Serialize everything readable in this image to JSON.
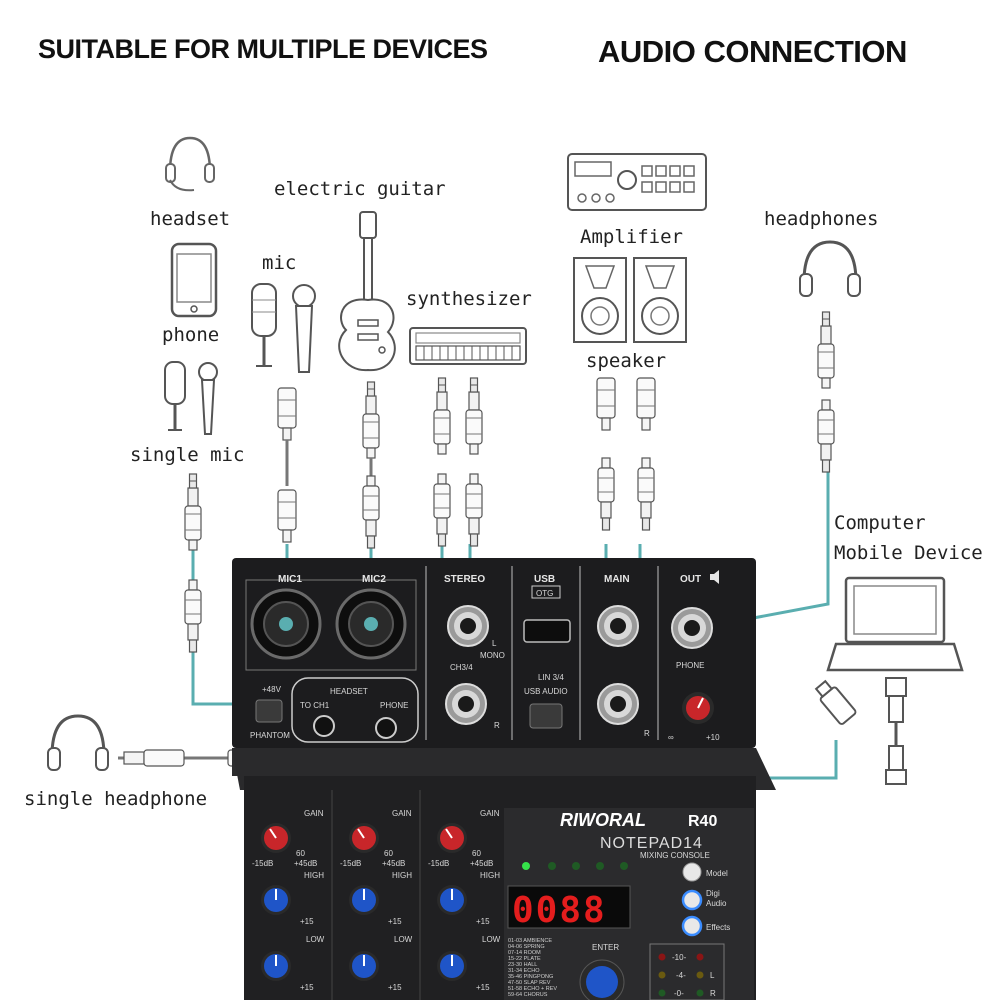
{
  "headings": {
    "left": "SUITABLE FOR MULTIPLE DEVICES",
    "right": "AUDIO CONNECTION"
  },
  "devices": {
    "headset": "headset",
    "phone": "phone",
    "single_mic": "single mic",
    "mic": "mic",
    "electric_guitar": "electric guitar",
    "synthesizer": "synthesizer",
    "amplifier": "Amplifier",
    "speaker": "speaker",
    "headphones": "headphones",
    "computer_line1": "Computer",
    "computer_line2": "Mobile Device",
    "single_headphone": "single headphone"
  },
  "panel": {
    "mic1": "MIC1",
    "mic2": "MIC2",
    "stereo": "STEREO",
    "mono_l": "L",
    "mono": "MONO",
    "ch34": "CH3/4",
    "r": "R",
    "usb": "USB",
    "otg": "OTG",
    "lin34": "LIN 3/4",
    "usb_audio": "USB AUDIO",
    "main": "MAIN",
    "main_r": "R",
    "out": "OUT",
    "phone": "PHONE",
    "infinity": "∞",
    "plus10": "+10",
    "plus48v": "+48V",
    "phantom": "PHANTOM",
    "headset": "HEADSET",
    "to_ch1": "TO CH1",
    "headset_phone": "PHONE"
  },
  "mixer": {
    "brand": "RIWORAL",
    "model": "R40",
    "subtitle": "NOTEPAD14",
    "console": "MIXING CONSOLE",
    "display": "0088",
    "gain": "GAIN",
    "high": "HIGH",
    "low": "LOW",
    "gain_min": "-15dB",
    "gain_mid": "60",
    "gain_max": "+45dB",
    "eq_max": "+15",
    "model_btn": "Model",
    "digi_audio_1": "Digi",
    "digi_audio_2": "Audio",
    "effects": "Effects",
    "enter": "ENTER",
    "meter_10": "-10-",
    "meter_4": "-4-",
    "meter_0": "-0-",
    "meter_l": "L",
    "meter_r": "R",
    "effects_list": [
      "01-03 AMBIENCE",
      "04-06 SPRING",
      "07-14 ROOM",
      "15-22 PLATE",
      "23-30 HALL",
      "31-34 ECHO",
      "35-46 PINGPONG",
      "47-50 SLAP REV",
      "51-58 ECHO + REV",
      "59-64 CHORUS"
    ]
  },
  "colors": {
    "cable": "#5aaeb0",
    "panel": "#1c1c1e",
    "display_red": "#e41d1d",
    "knob_red": "#c8262a",
    "knob_blue": "#1f55c8"
  }
}
